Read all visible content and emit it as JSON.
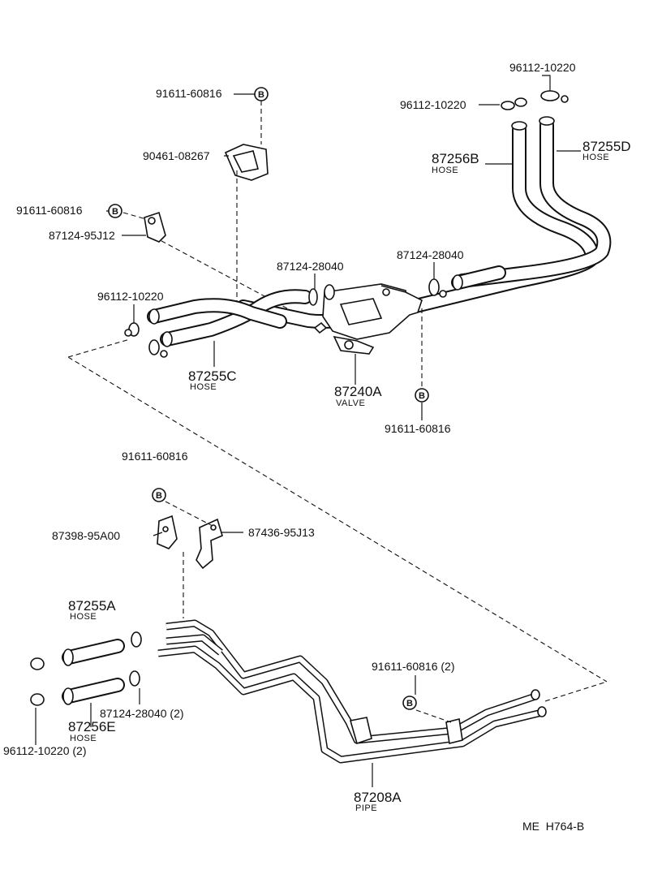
{
  "callouts": {
    "bolt_b_top": "91611-60816",
    "clamp_top_right_a": "96112-10220",
    "clamp_top_right_b": "96112-10220",
    "bracket_90461": "90461-08267",
    "bolt_b_left": "91611-60816",
    "bracket_87124_95j12": "87124-95J12",
    "hose_87255d": "87255D",
    "hose_87256b": "87256B",
    "clip_87124_left": "87124-28040",
    "clip_87124_right": "87124-28040",
    "clamp_96112_mid": "96112-10220",
    "hose_87255c": "87255C",
    "valve_87240a": "87240A",
    "bolt_b_valve": "91611-60816",
    "bolt_b_lower": "91611-60816",
    "bracket_87398": "87398-95A00",
    "bracket_87436": "87436-95J13",
    "hose_87255a": "87255A",
    "bolt_b_pipe": "91611-60816 (2)",
    "clip_87124_pair": "87124-28040 (2)",
    "hose_87256e": "87256E",
    "clamp_96112_pair": "96112-10220 (2)",
    "pipe_87208a": "87208A"
  },
  "subs": {
    "hose": "HOSE",
    "valve": "VALVE",
    "pipe": "PIPE"
  },
  "ref_marker": "B",
  "footer_code": "ME  H764-B"
}
